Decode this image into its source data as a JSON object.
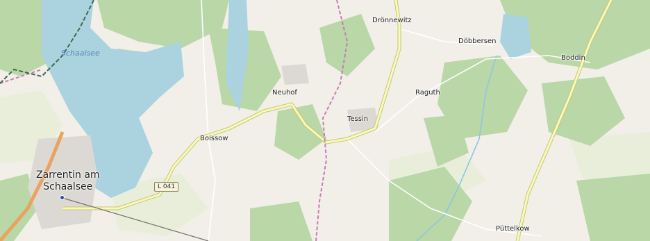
{
  "map": {
    "lake_label": "Schaalsee",
    "town": {
      "line1": "Zarrentin am",
      "line2": "Schaalsee"
    },
    "villages": {
      "dronnewitz": "Drönnewitz",
      "dobbersen": "Döbbersen",
      "boddin": "Boddin",
      "neuhof": "Neuhof",
      "raguth": "Raguth",
      "tessin": "Tessin",
      "boissow": "Boissow",
      "puttelkow": "Püttelkow"
    },
    "road_ref": "L 041",
    "colors": {
      "land": "#f1efe8",
      "forest": "#add19e",
      "water": "#aad3df",
      "road_secondary": "#f7fabf",
      "road_casing": "#c9c56d",
      "boundary": "#c77cb7"
    }
  }
}
